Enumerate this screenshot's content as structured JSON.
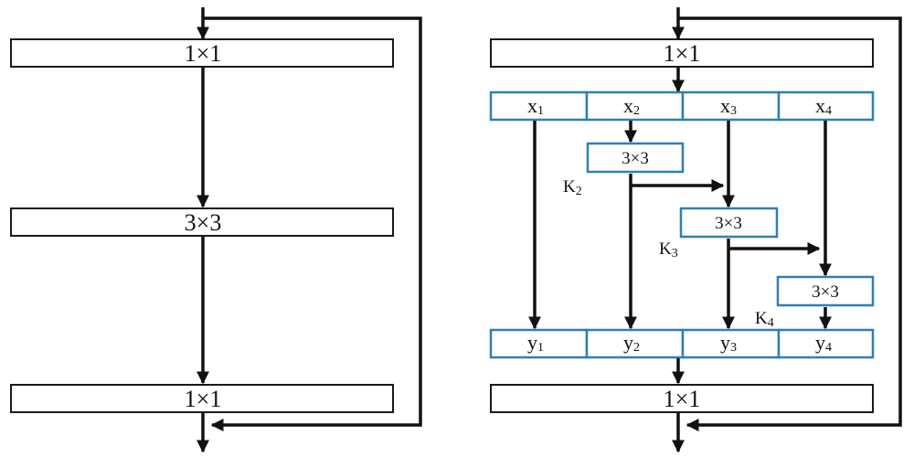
{
  "left": {
    "top_box": "1×1",
    "middle_box": "3×3",
    "bottom_box": "1×1"
  },
  "right": {
    "top_box": "1×1",
    "bottom_box": "1×1",
    "inputs": [
      {
        "base": "x",
        "sub": "1"
      },
      {
        "base": "x",
        "sub": "2"
      },
      {
        "base": "x",
        "sub": "3"
      },
      {
        "base": "x",
        "sub": "4"
      }
    ],
    "outputs": [
      {
        "base": "y",
        "sub": "1"
      },
      {
        "base": "y",
        "sub": "2"
      },
      {
        "base": "y",
        "sub": "3"
      },
      {
        "base": "y",
        "sub": "4"
      }
    ],
    "convs": [
      {
        "label": "3×3",
        "k_base": "K",
        "k_sub": "2"
      },
      {
        "label": "3×3",
        "k_base": "K",
        "k_sub": "3"
      },
      {
        "label": "3×3",
        "k_base": "K",
        "k_sub": "4"
      }
    ]
  },
  "colors": {
    "box_border": "#1a1a1a",
    "split_border": "#2f7fb5",
    "arrow": "#111111"
  }
}
